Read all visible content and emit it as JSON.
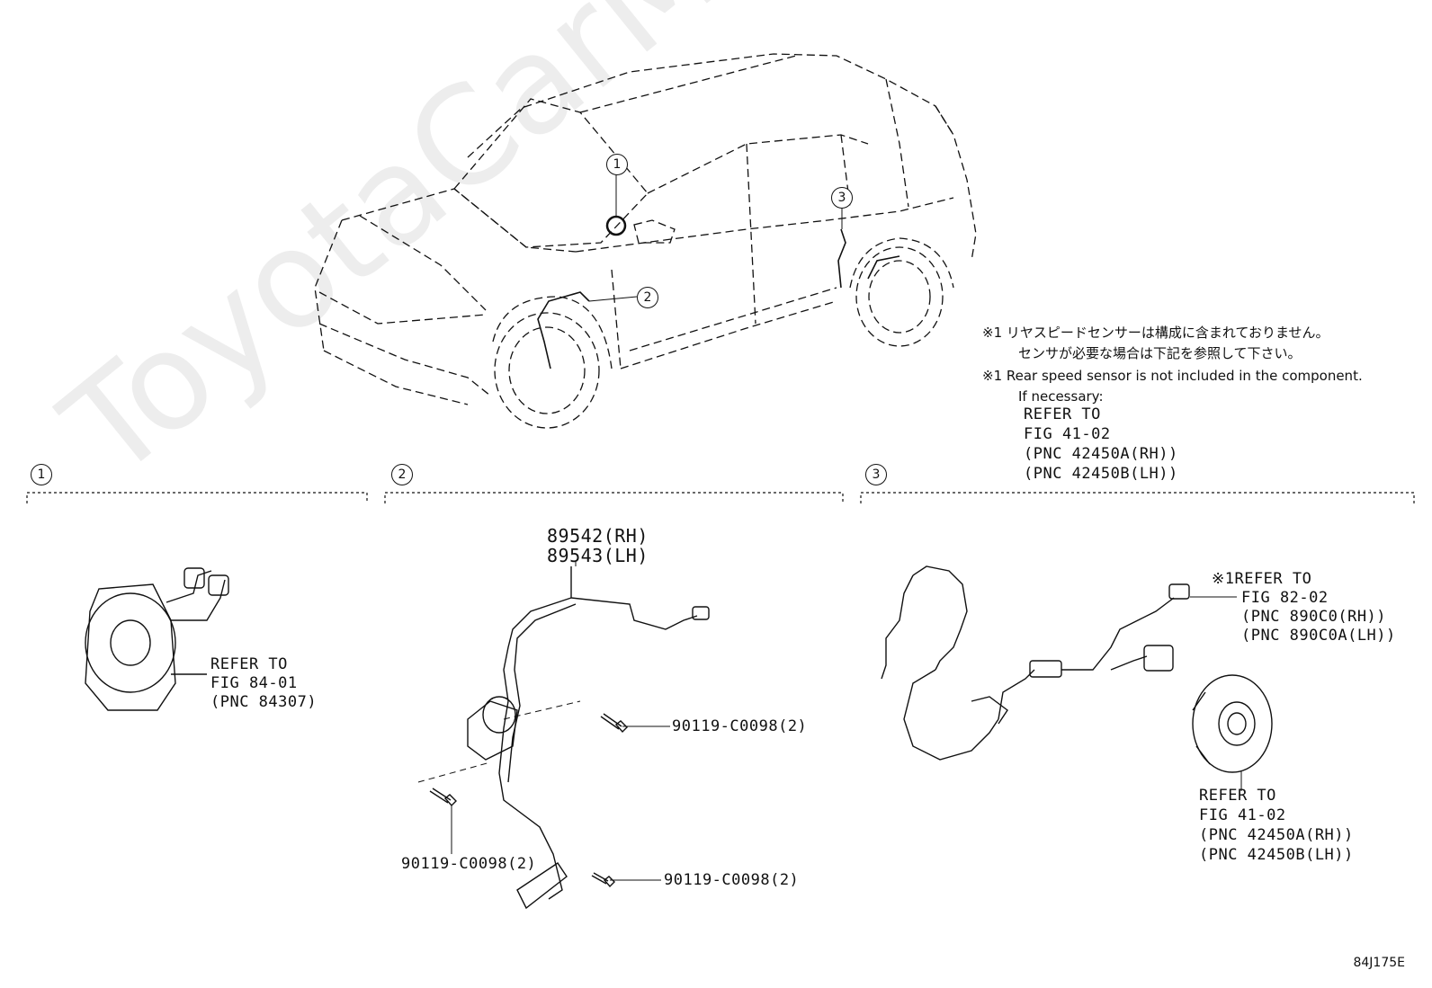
{
  "watermark": "ToyotaCarMine.ru",
  "figure_code": "84J175E",
  "callouts": {
    "car_1": "1",
    "car_2": "2",
    "car_3": "3",
    "section_1": "1",
    "section_2": "2",
    "section_3": "3"
  },
  "note": {
    "jp_line1": "※1 リヤスピードセンサーは構成に含まれておりません。",
    "jp_line2": "センサが必要な場合は下記を参照して下さい。",
    "en_line1": "※1 Rear speed sensor is not included in the component.",
    "en_line2": "If necessary:",
    "ref1": "REFER TO",
    "ref2": "FIG 41-02",
    "ref3": "(PNC 42450A(RH))",
    "ref4": "(PNC 42450B(LH))"
  },
  "section1": {
    "ref1": "REFER TO",
    "ref2": "FIG 84-01",
    "ref3": "(PNC 84307)"
  },
  "section2": {
    "part_rh": "89542(RH)",
    "part_lh": "89543(LH)",
    "bolt_a": "90119-C0098(2)",
    "bolt_b": "90119-C0098(2)",
    "bolt_c": "90119-C0098(2)"
  },
  "section3": {
    "sensor_ref1": "※1REFER TO",
    "sensor_ref2": "FIG 82-02",
    "sensor_ref3": "(PNC 890C0(RH))",
    "sensor_ref4": "(PNC 890C0A(LH))",
    "hub_ref1": "REFER TO",
    "hub_ref2": "FIG 41-02",
    "hub_ref3": "(PNC 42450A(RH))",
    "hub_ref4": "(PNC 42450B(LH))"
  }
}
